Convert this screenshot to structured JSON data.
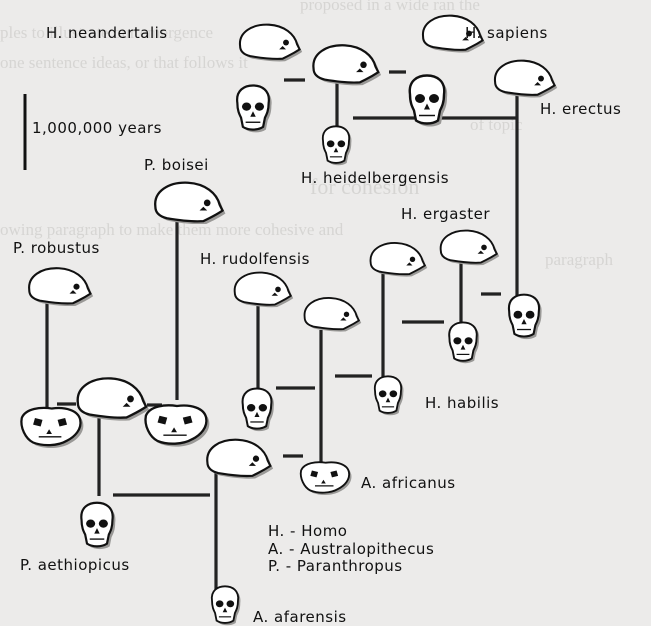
{
  "background_text": [
    "proposed in a wide ran the",
    "ples to illustrate our emergence",
    "one sentence ideas, or that follows it",
    "of topic",
    "for cohesion",
    "owing paragraph to make them more cohesive and",
    "paragraph"
  ],
  "scale_bar": {
    "label": "1,000,000 years"
  },
  "species": {
    "neandertalis": "H. neandertalis",
    "sapiens": "H. sapiens",
    "erectus": "H. erectus",
    "heidelbergensis": "H. heidelbergensis",
    "boisei": "P. boisei",
    "ergaster": "H. ergaster",
    "robustus": "P. robustus",
    "rudolfensis": "H. rudolfensis",
    "habilis": "H. habilis",
    "africanus": "A. africanus",
    "aethiopicus": "P. aethiopicus",
    "afarensis": "A. afarensis"
  },
  "key": [
    "H. - Homo",
    "A. - Australopithecus",
    "P. - Paranthropus"
  ]
}
